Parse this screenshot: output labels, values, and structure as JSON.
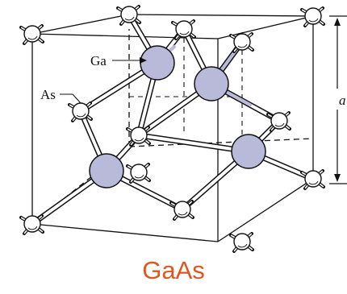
{
  "labels": {
    "ga": "Ga",
    "as": "As",
    "lattice_constant": "a"
  },
  "title": "GaAs",
  "colors": {
    "ga_atom": "#b9b9d9",
    "as_atom": "#ffffff",
    "outline": "#111111",
    "title": "#e0561e"
  }
}
